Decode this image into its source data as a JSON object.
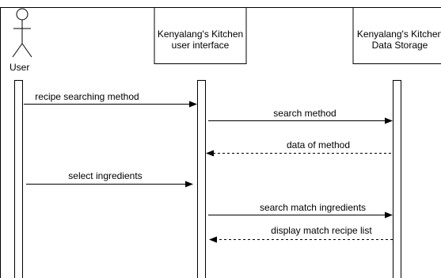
{
  "participants": {
    "user": {
      "label": "User"
    },
    "ui": {
      "label_line1": "Kenyalang's Kitchen",
      "label_line2": "user interface"
    },
    "storage": {
      "label_line1": "Kenyalang's Kitchen",
      "label_line2": "Data Storage"
    }
  },
  "messages": [
    {
      "text": "recipe searching method",
      "from": "user",
      "to": "ui",
      "kind": "call"
    },
    {
      "text": "search method",
      "from": "ui",
      "to": "storage",
      "kind": "call"
    },
    {
      "text": "data of method",
      "from": "storage",
      "to": "ui",
      "kind": "return"
    },
    {
      "text": "select ingredients",
      "from": "user",
      "to": "ui",
      "kind": "call"
    },
    {
      "text": "search match ingredients",
      "from": "ui",
      "to": "storage",
      "kind": "call"
    },
    {
      "text": "display match recipe list",
      "from": "storage",
      "to": "ui",
      "kind": "return"
    }
  ]
}
